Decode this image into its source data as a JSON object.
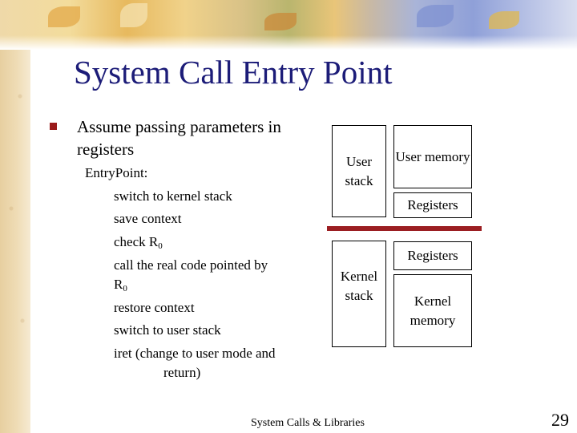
{
  "slide": {
    "title": "System Call Entry Point",
    "bullet": "Assume passing parameters in registers",
    "entry_label": "EntryPoint:",
    "code_lines": [
      "switch to kernel stack",
      "save context",
      "check R",
      "0",
      "call the real code pointed by",
      "R",
      "0",
      "restore context",
      "switch to user stack",
      "iret (change to user mode and",
      "return)"
    ]
  },
  "diagram": {
    "user_stack": "User stack",
    "user_memory": "User memory",
    "user_registers": "Registers",
    "kernel_registers": "Registers",
    "kernel_stack": "Kernel stack",
    "kernel_memory": "Kernel memory"
  },
  "footer": {
    "text": "System Calls & Libraries",
    "page_number": "29"
  },
  "colors": {
    "title": "#1c1c78",
    "bullet": "#9a1a1a",
    "divider": "#9b1e22"
  }
}
